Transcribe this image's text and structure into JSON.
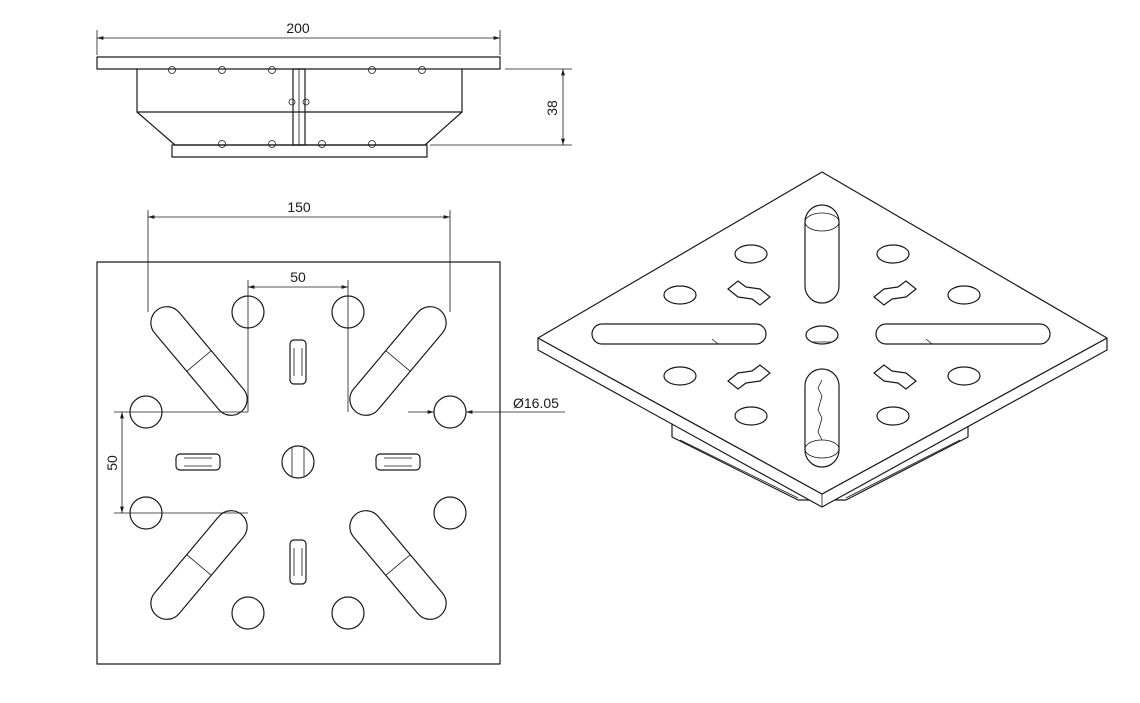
{
  "dimensions": {
    "overall_width": "200",
    "height": "38",
    "outer_hole_span": "150",
    "hole_pitch_horizontal": "50",
    "hole_pitch_vertical": "50",
    "hole_diameter": "Ø16.05"
  }
}
